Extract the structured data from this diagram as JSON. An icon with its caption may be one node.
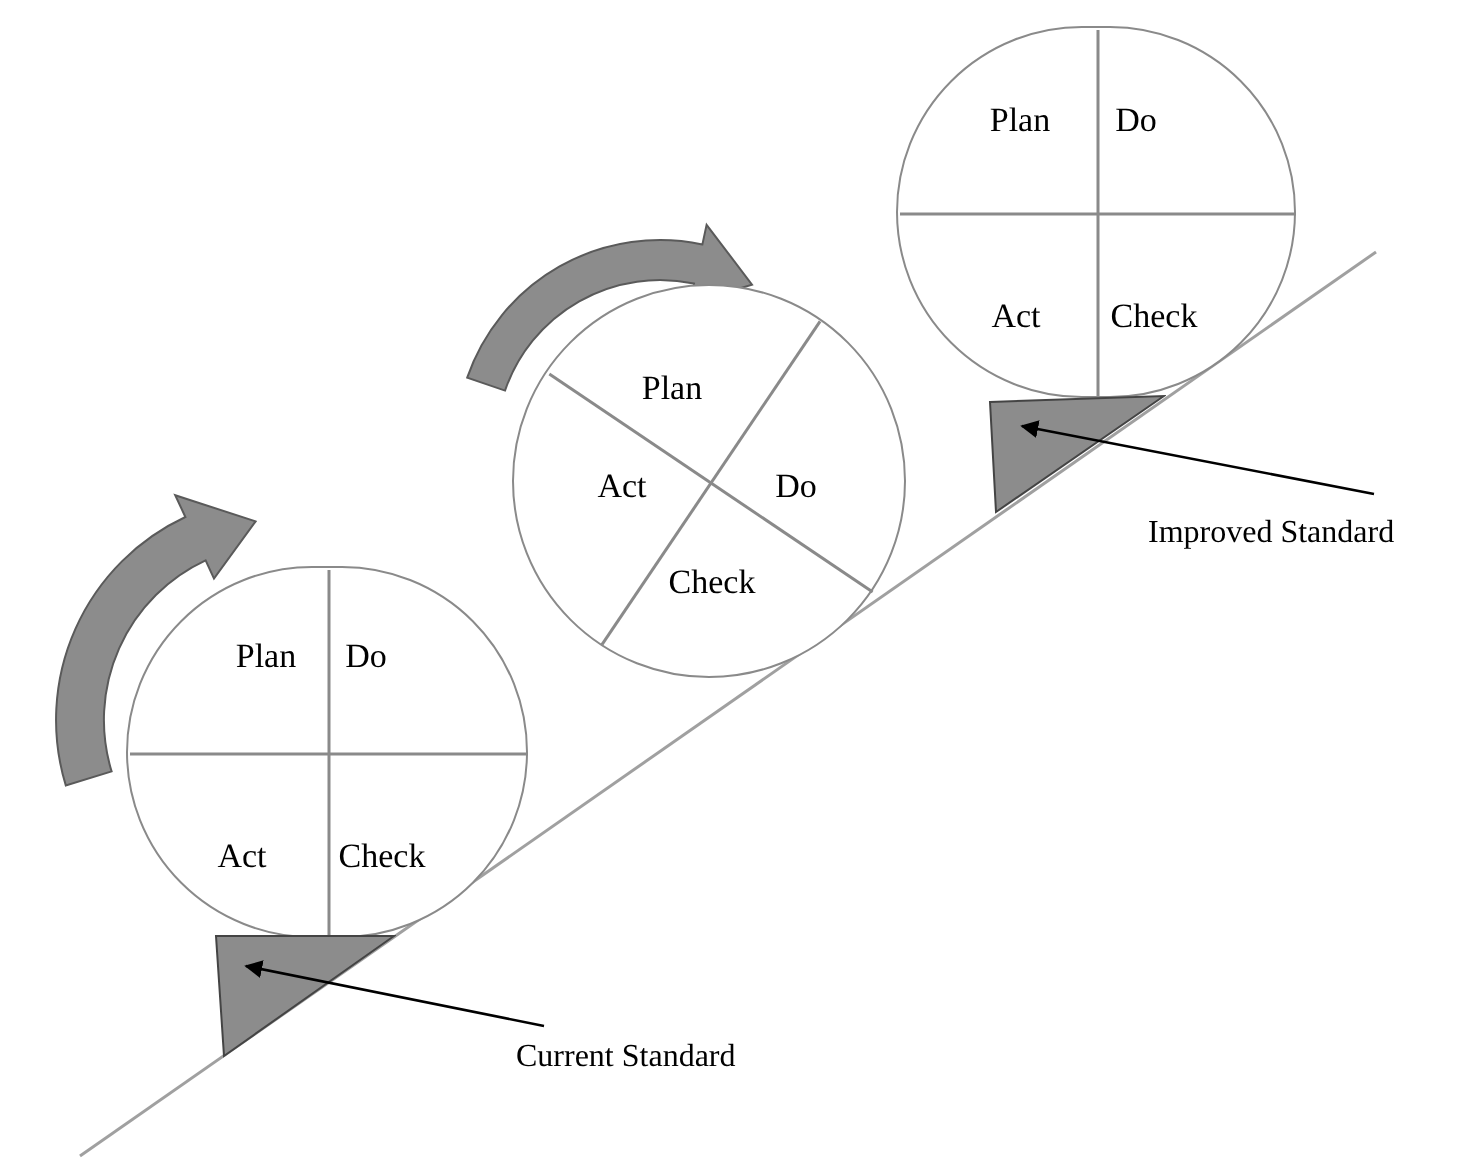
{
  "diagram": {
    "nodes": [
      {
        "text": [
          "Plan",
          "Do",
          "Act",
          "Check"
        ]
      },
      {
        "text": [
          "Plan",
          "Act",
          "Do",
          "Check"
        ]
      },
      {
        "text": [
          "Plan",
          "Do",
          "Act",
          "Check"
        ]
      },
      {
        "text": [],
        "shape": "triangle"
      },
      {
        "text": [],
        "shape": "triangle"
      },
      {
        "text": [
          "Current Standard"
        ]
      },
      {
        "text": [
          "Improved Standard"
        ]
      }
    ],
    "edges": [
      {
        "from": 5,
        "to": 3,
        "arrow": "to"
      },
      {
        "from": 6,
        "to": 4,
        "arrow": "to"
      }
    ]
  }
}
